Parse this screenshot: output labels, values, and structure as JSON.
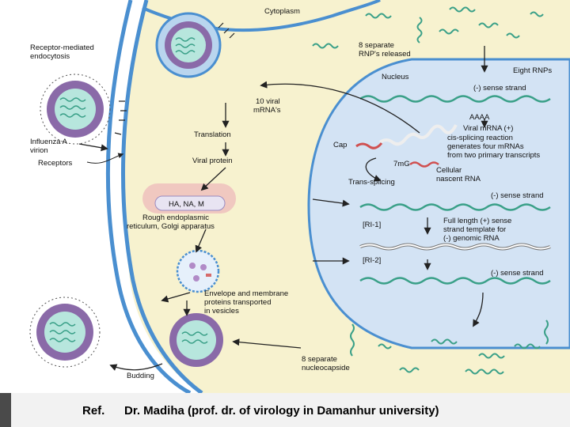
{
  "labels": {
    "cytoplasm": "Cytoplasm",
    "receptor_mediated_1": "Receptor-mediated",
    "receptor_mediated_2": "endocytosis",
    "rnps_released_1": "8 separate",
    "rnps_released_2": "RNP's released",
    "eight_rnps": "Eight RNPs",
    "nucleus": "Nucleus",
    "neg_sense_1": "(-) sense strand",
    "viral_mrnas_1": "10 viral",
    "viral_mrnas_2": "mRNA's",
    "aaaa": "AAAA",
    "viral_mrna": "Viral mRNA (+)",
    "cis_splicing_1": "cis-splicing reaction",
    "cis_splicing_2": "generates four mRNAs",
    "cis_splicing_3": "from two primary transcripts",
    "cap": "Cap",
    "m7g": "7mG",
    "cellular_rna_1": "Cellular",
    "cellular_rna_2": "nascent RNA",
    "translation": "Translation",
    "influenza_1": "Influenza A",
    "influenza_2": "virion",
    "receptors": "Receptors",
    "viral_protein": "Viral protein",
    "trans_splicing": "Trans-splicing",
    "neg_sense_2": "(-) sense strand",
    "ha_na_m": "HA, NA, M",
    "rer_1": "Rough endoplasmic",
    "rer_2": "reticulum, Golgi apparatus",
    "ri1": "[RI-1]",
    "full_length_1": "Full length (+) sense",
    "full_length_2": "strand template for",
    "full_length_3": "(-) genomic RNA",
    "ri2": "[RI-2]",
    "neg_sense_3": "(-) sense strand",
    "envelope_1": "Envelope and membrane",
    "envelope_2": "proteins transported",
    "envelope_3": "in vesicles",
    "nucleocapsids_1": "8 separate",
    "nucleocapsids_2": "nucleocapside",
    "budding": "Budding"
  },
  "footer": {
    "ref_label": "Ref.",
    "ref_text": "Dr. Madiha (prof. dr. of virology in Damanhur university)"
  },
  "colors": {
    "cell_fill": "#f7f2cf",
    "membrane": "#4a8fd0",
    "nucleus_fill": "#d3e3f4",
    "virion_core": "#8a6aa8",
    "rna_green": "#3aa088",
    "mrna_red": "#d05050",
    "er_pink": "#f0c8c0"
  }
}
